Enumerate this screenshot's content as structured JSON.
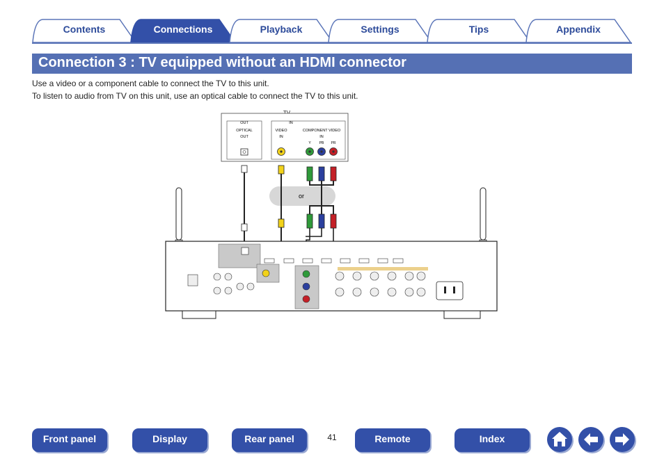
{
  "tabs": [
    {
      "label": "Contents",
      "active": false
    },
    {
      "label": "Connections",
      "active": true
    },
    {
      "label": "Playback",
      "active": false
    },
    {
      "label": "Settings",
      "active": false
    },
    {
      "label": "Tips",
      "active": false
    },
    {
      "label": "Appendix",
      "active": false
    }
  ],
  "title": "Connection 3 : TV equipped without an HDMI connector",
  "paragraphs": [
    "Use a video or a component cable to connect the TV to this unit.",
    "To listen to audio from TV on this unit, use an optical cable to connect the TV to this unit."
  ],
  "diagram": {
    "tv_label": "TV",
    "out_label": "OUT",
    "in_label": "IN",
    "optical_out": [
      "OPTICAL",
      "OUT"
    ],
    "video_in": [
      "VIDEO",
      "IN"
    ],
    "component_video": [
      "COMPONENT VIDEO",
      "IN"
    ],
    "component_ports": [
      "Y",
      "PB",
      "PR"
    ],
    "or_label": "or"
  },
  "nav": {
    "front_panel": "Front panel",
    "display": "Display",
    "rear_panel": "Rear panel",
    "page_number": "41",
    "remote": "Remote",
    "index": "Index"
  },
  "icons": {
    "home": "home-icon",
    "back": "arrow-left-icon",
    "forward": "arrow-right-icon"
  },
  "colors": {
    "accent": "#3350a8",
    "title_bg": "#5570b4",
    "video_yellow": "#f2d21a",
    "comp_green": "#2f9a3a",
    "comp_blue": "#2b3f9e",
    "comp_red": "#c42027"
  }
}
